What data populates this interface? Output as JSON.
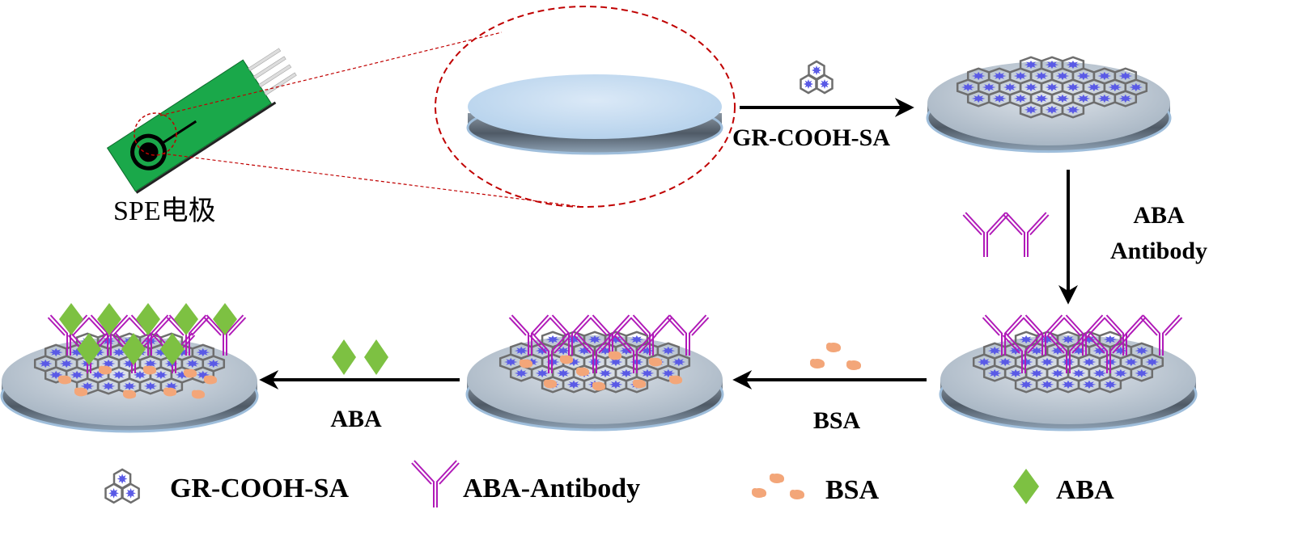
{
  "electrode": {
    "label": "SPE电极",
    "strip_color": "#1aa84a"
  },
  "steps": {
    "step1_label": "GR-COOH-SA",
    "step2_label_line1": "ABA",
    "step2_label_line2": "Antibody",
    "step3_label": "BSA",
    "step4_label": "ABA"
  },
  "legend": {
    "items": [
      {
        "icon": "gr-cooh-sa-icon",
        "label": "GR-COOH-SA"
      },
      {
        "icon": "antibody-icon",
        "label": "ABA-Antibody"
      },
      {
        "icon": "bsa-icon",
        "label": "BSA"
      },
      {
        "icon": "aba-icon",
        "label": "ABA"
      }
    ]
  },
  "colors": {
    "disk_top": "#c8dff2",
    "disk_side": "#5a6570",
    "hexagon": "#6e6e6e",
    "sa_star": "#5a5ae6",
    "antibody": "#b01ab8",
    "bsa": "#f3a679",
    "aba": "#7dc142",
    "zoom_circle": "#c00000"
  }
}
